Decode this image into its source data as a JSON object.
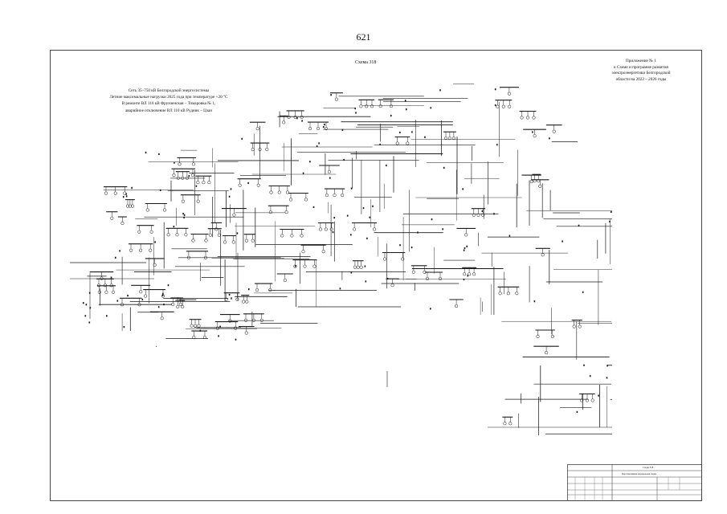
{
  "page": {
    "number": "621"
  },
  "scheme": {
    "label": "Схема 318"
  },
  "appendix": {
    "lines": [
      "Приложение № 1",
      "к Схеме и программе развития",
      "электроэнергетики Белгородской",
      "области на 2022 – 2026 годы"
    ]
  },
  "caption": {
    "lines": [
      "Сеть 35–750 кВ Белгородской энергосистемы",
      "Летние максимальные нагрузки 2025 года при температуре +20 °С",
      "В ремонте ВЛ 110 кВ Фрунзенская – Томаровка № 1,",
      "аварийное отключение ВЛ 110 кВ Рудник – Цзан"
    ]
  },
  "stamp": {
    "title": "Перспективная нормальная схема",
    "code": "Схема 318"
  },
  "colors": {
    "line": "#1a1a1a",
    "frame": "#444444"
  }
}
